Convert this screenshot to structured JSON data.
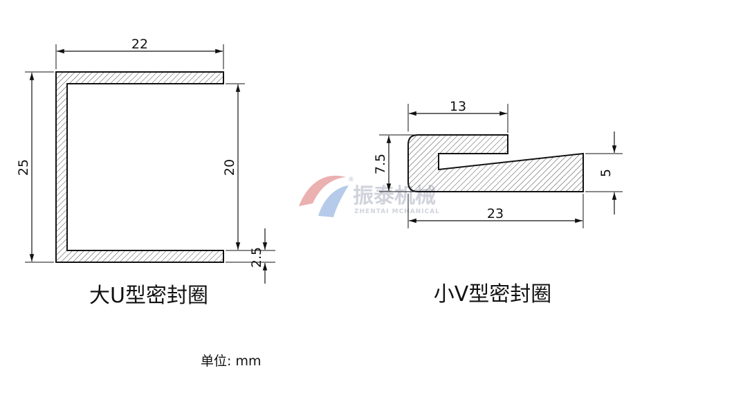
{
  "u_seal": {
    "title": "大U型密封圈",
    "dims": {
      "width": "22",
      "height": "25",
      "inner": "20",
      "thickness": "2.5"
    }
  },
  "v_seal": {
    "title": "小V型密封圈",
    "dims": {
      "top": "13",
      "left": "7.5",
      "right": "5",
      "bottom": "23"
    }
  },
  "unit_label": "单位: mm",
  "watermark": {
    "name": "振泰机械",
    "sub": "ZHENTAI MCHANICAL",
    "reg": "®"
  },
  "colors": {
    "line": "#111111",
    "hatch": "#333333",
    "watermark_red": "#e8a3a3",
    "watermark_blue": "#a9c3e6"
  }
}
